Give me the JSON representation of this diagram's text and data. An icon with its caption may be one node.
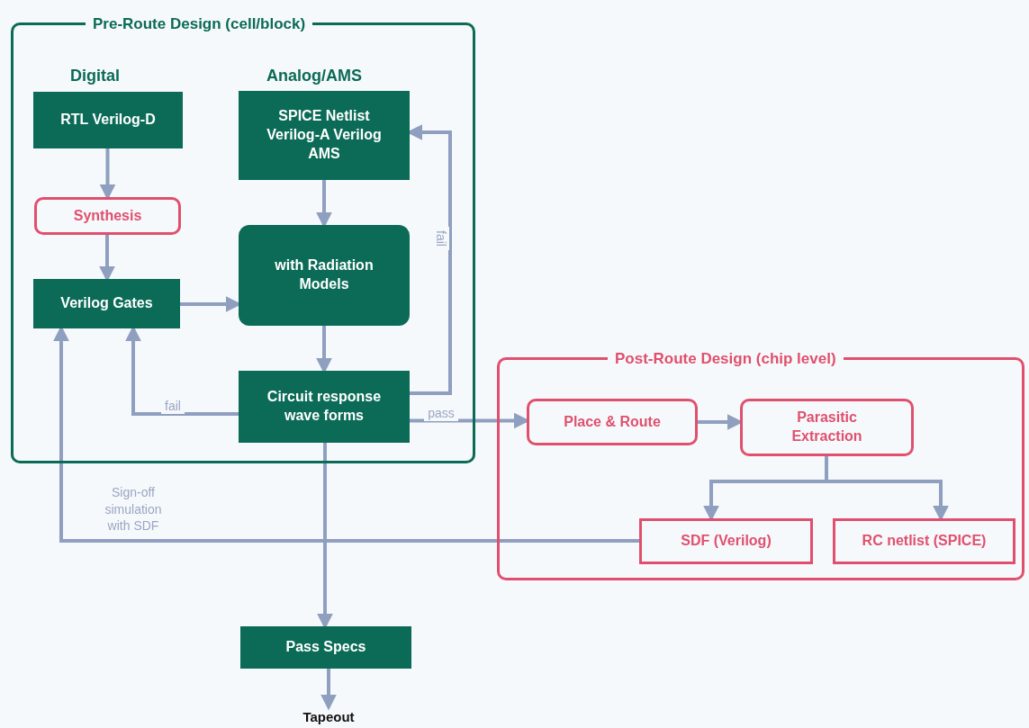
{
  "diagram": {
    "nodes": [
      {
        "text": [
          "Pre-Route Design (cell/block)"
        ]
      },
      {
        "text": [
          "RTL Verilog-D"
        ],
        "in": 0
      },
      {
        "text": [
          "Synthesis"
        ],
        "in": 0
      },
      {
        "text": [
          "Verilog Gates"
        ],
        "in": 0
      },
      {
        "text": [
          "SPICE Netlist Verilog-A Verilog AMS"
        ],
        "in": 0
      },
      {
        "text": [
          "with Radiation Models"
        ],
        "in": 0
      },
      {
        "text": [
          "Circuit response wave forms"
        ],
        "in": 0
      },
      {
        "text": [
          "Post-Route Design (chip level)"
        ]
      },
      {
        "text": [
          "Place & Route"
        ],
        "in": 7
      },
      {
        "text": [
          "Parasitic Extraction"
        ],
        "in": 7
      },
      {
        "text": [
          "SDF (Verilog)"
        ],
        "in": 7
      },
      {
        "text": [
          "RC netlist (SPICE)"
        ],
        "in": 7
      },
      {
        "text": [
          "Pass Specs"
        ]
      },
      {
        "text": [
          "Tapeout"
        ]
      }
    ],
    "edges": [
      {
        "from": 1,
        "to": 2,
        "arrow": "to"
      },
      {
        "from": 2,
        "to": 3,
        "arrow": "to"
      },
      {
        "from": 3,
        "to": 5,
        "arrow": "to"
      },
      {
        "from": 4,
        "to": 5,
        "arrow": "to"
      },
      {
        "from": 5,
        "to": 6,
        "arrow": "to"
      },
      {
        "from": 6,
        "to": 4,
        "arrow": "to",
        "label": "fail"
      },
      {
        "from": 6,
        "to": 3,
        "arrow": "to",
        "label": "fail"
      },
      {
        "from": 6,
        "to": 8,
        "arrow": "to",
        "label": "pass"
      },
      {
        "from": 8,
        "to": 9,
        "arrow": "to"
      },
      {
        "from": 9,
        "to": 10,
        "arrow": "to"
      },
      {
        "from": 9,
        "to": 11,
        "arrow": "to"
      },
      {
        "from": 10,
        "to": 3,
        "arrow": "to",
        "label": "Sign-off simulation with SDF"
      },
      {
        "from": 6,
        "to": 12,
        "arrow": "to"
      },
      {
        "from": 12,
        "to": 13,
        "arrow": "to"
      }
    ],
    "labels": [
      "Digital",
      "Analog/AMS"
    ]
  }
}
